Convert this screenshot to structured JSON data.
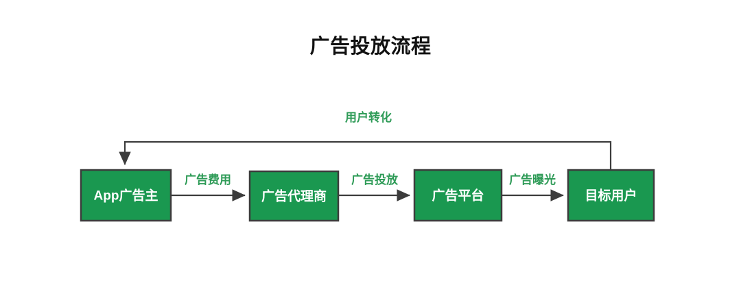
{
  "diagram": {
    "title": "广告投放流程",
    "type": "flowchart",
    "orientation": "left-to-right",
    "colors": {
      "node_fill": "#1a9850",
      "node_border": "#3c3c3c",
      "node_text": "#ffffff",
      "edge_line": "#3c3c3c",
      "edge_label_text": "#2e9b57",
      "title_text": "#111111",
      "background": "#ffffff"
    },
    "nodes": [
      {
        "id": "advertiser",
        "label": "App广告主"
      },
      {
        "id": "agency",
        "label": "广告代理商"
      },
      {
        "id": "platform",
        "label": "广告平台"
      },
      {
        "id": "users",
        "label": "目标用户"
      }
    ],
    "edges": [
      {
        "from": "advertiser",
        "to": "agency",
        "label": "广告费用"
      },
      {
        "from": "agency",
        "to": "platform",
        "label": "广告投放"
      },
      {
        "from": "platform",
        "to": "users",
        "label": "广告曝光"
      },
      {
        "from": "users",
        "to": "advertiser",
        "label": "用户转化",
        "style": "feedback-loop"
      }
    ]
  }
}
